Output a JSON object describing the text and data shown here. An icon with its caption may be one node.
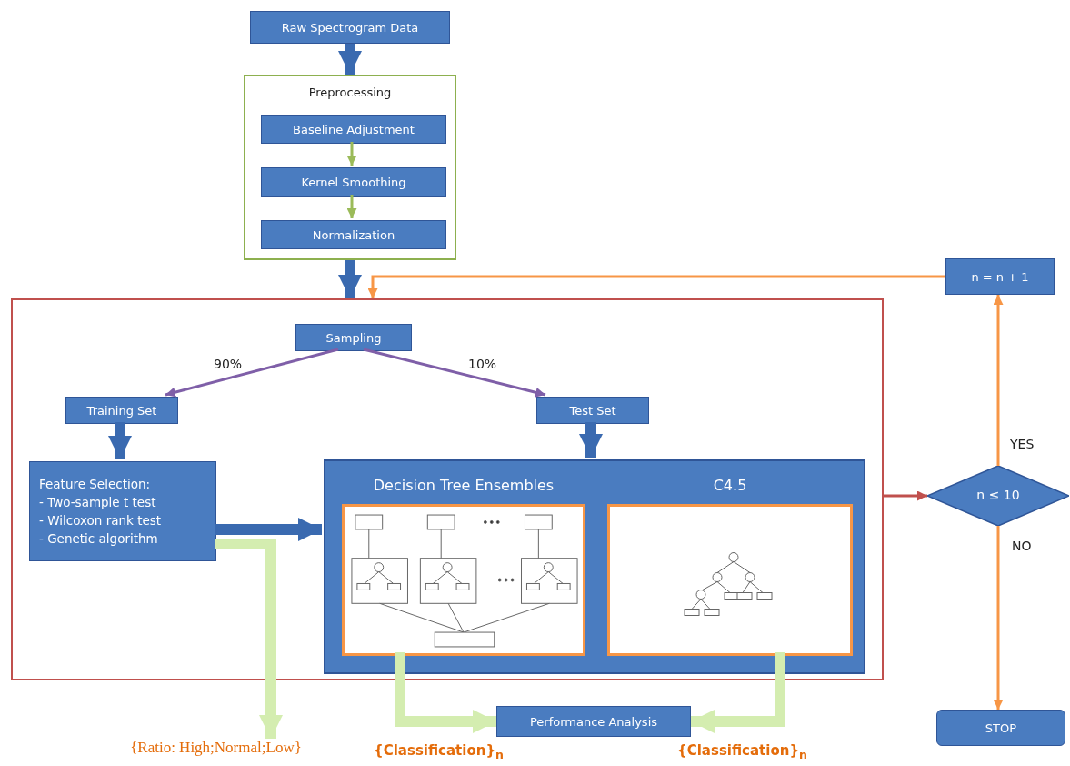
{
  "diagram": {
    "nodes": [
      {
        "text": [
          "Raw Spectrogram Data"
        ]
      },
      {
        "text": [
          "Preprocessing"
        ]
      },
      {
        "text": [
          "Baseline Adjustment"
        ],
        "in": 1
      },
      {
        "text": [
          "Kernel Smoothing"
        ],
        "in": 1
      },
      {
        "text": [
          "Normalization"
        ],
        "in": 1
      },
      {
        "text": [],
        "shape": "box"
      },
      {
        "text": [
          "Sampling"
        ],
        "in": 5
      },
      {
        "text": [
          "Training Set"
        ],
        "in": 5
      },
      {
        "text": [
          "Test Set"
        ],
        "in": 5
      },
      {
        "text": [
          "Feature Selection:",
          "- Two-sample t test",
          "- Wilcoxon rank test",
          "- Genetic algorithm"
        ],
        "in": 5
      },
      {
        "text": [],
        "shape": "box",
        "in": 5
      },
      {
        "text": [
          "Decision Tree Ensembles"
        ],
        "in": 10
      },
      {
        "text": [
          "C4.5"
        ],
        "in": 10
      },
      {
        "text": [
          "n = n + 1"
        ]
      },
      {
        "text": [
          "n ≤ 10"
        ]
      },
      {
        "text": [
          "STOP"
        ]
      },
      {
        "text": [
          "Performance Analysis"
        ]
      },
      {
        "text": [
          "{Ratio: High;Normal;Low}"
        ]
      }
    ],
    "edges": [
      {
        "from": 0,
        "to": 1,
        "arrow": "to",
        "style": "thick"
      },
      {
        "from": 2,
        "to": 3,
        "arrow": "to",
        "color": "#9bbb59"
      },
      {
        "from": 3,
        "to": 4,
        "arrow": "to",
        "color": "#9bbb59"
      },
      {
        "from": 1,
        "to": 5,
        "arrow": "to",
        "style": "thick"
      },
      {
        "from": 6,
        "to": 7,
        "arrow": "to",
        "label": "90%",
        "color": "#7f5fa8"
      },
      {
        "from": 6,
        "to": 8,
        "arrow": "to",
        "label": "10%",
        "color": "#7f5fa8"
      },
      {
        "from": 7,
        "to": 9,
        "arrow": "to",
        "style": "thick"
      },
      {
        "from": 8,
        "to": 10,
        "arrow": "to",
        "style": "thick"
      },
      {
        "from": 9,
        "to": 10,
        "arrow": "to",
        "style": "thick"
      },
      {
        "from": 9,
        "to": 17,
        "arrow": "to",
        "style": "thick",
        "color": "#d4edb0"
      },
      {
        "from": 11,
        "to": 16,
        "arrow": "to",
        "style": "thick",
        "color": "#d4edb0",
        "label": "{Classification}$_{n}$"
      },
      {
        "from": 12,
        "to": 16,
        "arrow": "to",
        "style": "thick",
        "color": "#d4edb0",
        "label": "{Classification}$_{n}$"
      },
      {
        "from": 5,
        "to": 14,
        "arrow": "to",
        "color": "#c0504d"
      },
      {
        "from": 14,
        "to": 13,
        "arrow": "to",
        "label": "YES",
        "color": "#f79646"
      },
      {
        "from": 14,
        "to": 15,
        "arrow": "to",
        "label": "NO",
        "color": "#f79646"
      },
      {
        "from": 13,
        "to": 5,
        "arrow": "to",
        "color": "#f79646"
      }
    ]
  }
}
